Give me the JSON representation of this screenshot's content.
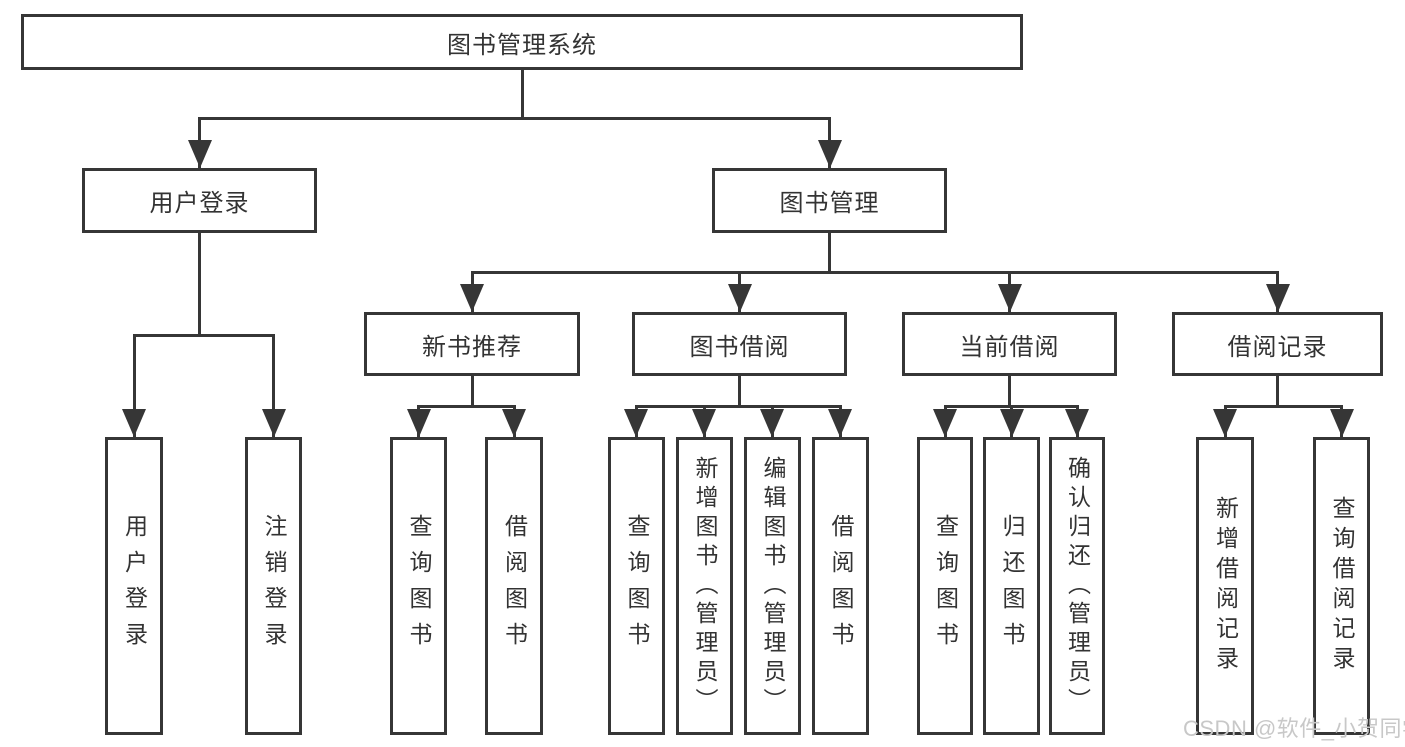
{
  "diagram": {
    "title": "图书管理系统",
    "colors": {
      "line": "#363636",
      "box_border": "#363636",
      "box_background": "#ffffff",
      "text": "#333333",
      "watermark": "#c8c8c8",
      "background": "#ffffff"
    },
    "tree": {
      "label": "图书管理系统",
      "children": [
        {
          "label": "用户登录",
          "children": [
            {
              "label": "用户登录"
            },
            {
              "label": "注销登录"
            }
          ]
        },
        {
          "label": "图书管理",
          "children": [
            {
              "label": "新书推荐",
              "children": [
                {
                  "label": "查询图书"
                },
                {
                  "label": "借阅图书"
                }
              ]
            },
            {
              "label": "图书借阅",
              "children": [
                {
                  "label": "查询图书"
                },
                {
                  "label": "新增图书（管理员）"
                },
                {
                  "label": "编辑图书（管理员）"
                },
                {
                  "label": "借阅图书"
                }
              ]
            },
            {
              "label": "当前借阅",
              "children": [
                {
                  "label": "查询图书"
                },
                {
                  "label": "归还图书"
                },
                {
                  "label": "确认归还（管理员）"
                }
              ]
            },
            {
              "label": "借阅记录",
              "children": [
                {
                  "label": "新增借阅记录"
                },
                {
                  "label": "查询借阅记录"
                }
              ]
            }
          ]
        }
      ]
    },
    "watermark": "CSDN @软件_小贺同学"
  }
}
